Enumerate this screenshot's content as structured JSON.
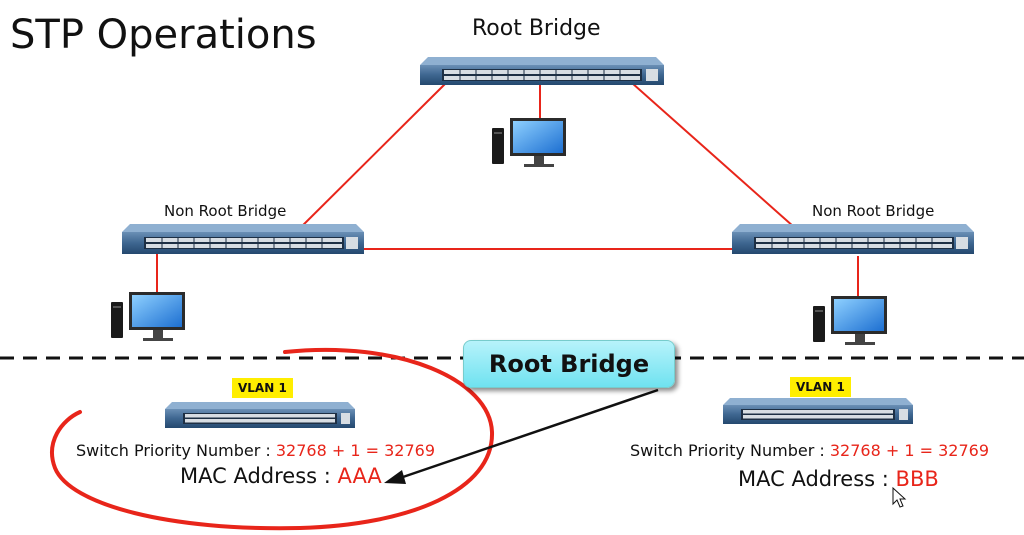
{
  "slide": {
    "title": "STP Operations"
  },
  "topology": {
    "root_label": "Root Bridge",
    "left_label": "Non Root Bridge",
    "right_label": "Non Root Bridge"
  },
  "callout": {
    "label": "Root Bridge"
  },
  "left_switch": {
    "vlan": "VLAN 1",
    "priority_label": "Switch Priority Number :",
    "priority_value": "32768 + 1 = 32769",
    "mac_label": "MAC Address :",
    "mac_value": "AAA"
  },
  "right_switch": {
    "vlan": "VLAN 1",
    "priority_label": "Switch Priority Number :",
    "priority_value": "32768 + 1 = 32769",
    "mac_label": "MAC Address :",
    "mac_value": "BBB"
  },
  "colors": {
    "link": "#e8251a",
    "highlight_text": "#e8251a",
    "vlan_badge": "#ffee00",
    "callout": "#8deaf5"
  }
}
